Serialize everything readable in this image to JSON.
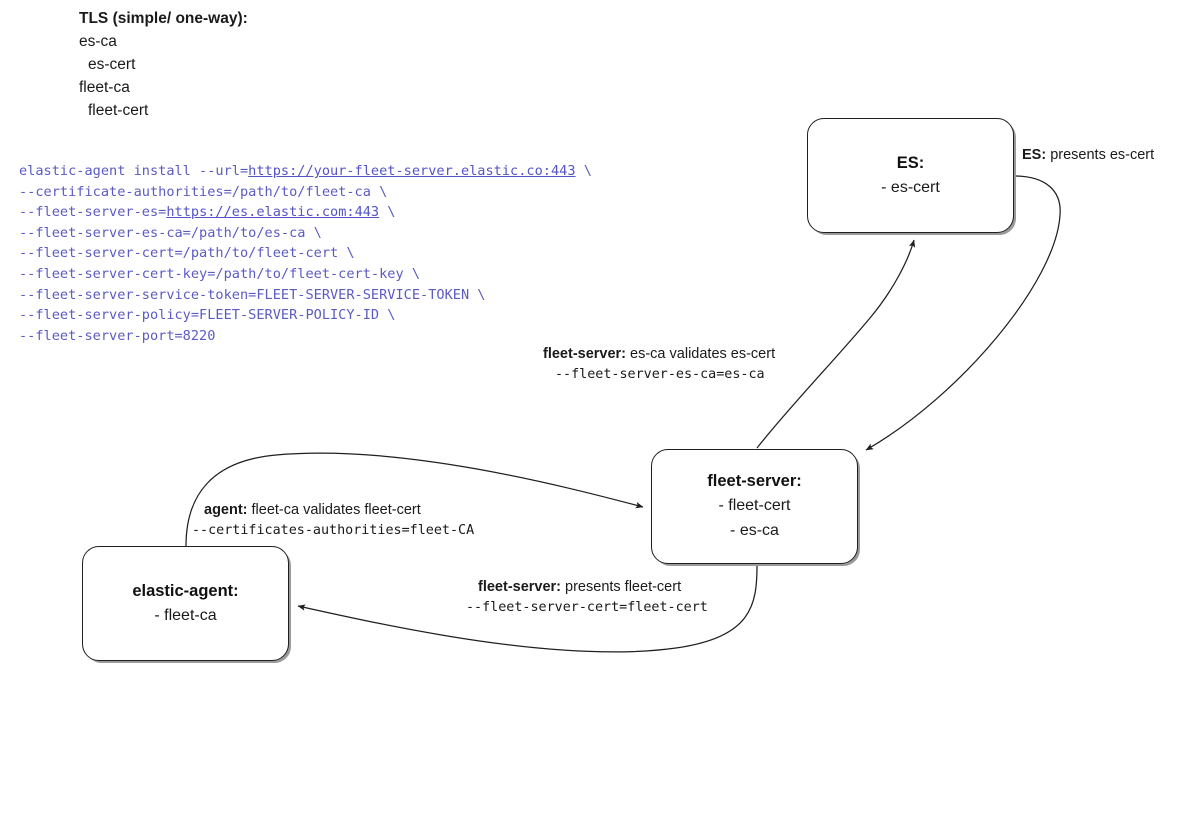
{
  "legend": {
    "title": "TLS (simple/ one-way):",
    "lines": [
      "es-ca",
      "es-cert",
      "fleet-ca",
      "fleet-cert"
    ]
  },
  "command": {
    "lines": [
      {
        "pre": "elastic-agent install --url=",
        "link": "https://your-fleet-server.elastic.co:443",
        "post": " \\"
      },
      {
        "pre": "--certificate-authorities=/path/to/fleet-ca \\",
        "link": "",
        "post": ""
      },
      {
        "pre": "--fleet-server-es=",
        "link": "https://es.elastic.com:443",
        "post": " \\"
      },
      {
        "pre": "--fleet-server-es-ca=/path/to/es-ca \\",
        "link": "",
        "post": ""
      },
      {
        "pre": "--fleet-server-cert=/path/to/fleet-cert \\",
        "link": "",
        "post": ""
      },
      {
        "pre": "--fleet-server-cert-key=/path/to/fleet-cert-key \\",
        "link": "",
        "post": ""
      },
      {
        "pre": "--fleet-server-service-token=FLEET-SERVER-SERVICE-TOKEN \\",
        "link": "",
        "post": ""
      },
      {
        "pre": "--fleet-server-policy=FLEET-SERVER-POLICY-ID \\",
        "link": "",
        "post": ""
      },
      {
        "pre": "--fleet-server-port=8220",
        "link": "",
        "post": ""
      }
    ]
  },
  "nodes": {
    "es": {
      "title": "ES:",
      "lines": [
        "- es-cert"
      ]
    },
    "fleet_server": {
      "title": "fleet-server:",
      "lines": [
        "- fleet-cert",
        "- es-ca"
      ]
    },
    "elastic_agent": {
      "title": "elastic-agent:",
      "lines": [
        "- fleet-ca"
      ]
    }
  },
  "edge_labels": {
    "es_presents": {
      "bold": "ES:",
      "text": " presents es-cert",
      "mono": ""
    },
    "fs_validates": {
      "bold": "fleet-server:",
      "text": " es-ca validates es-cert",
      "mono": "--fleet-server-es-ca=es-ca"
    },
    "agent_validates": {
      "bold": "agent:",
      "text": " fleet-ca validates fleet-cert",
      "mono": "--certificates-authorities=fleet-CA"
    },
    "fs_presents": {
      "bold": "fleet-server:",
      "text": " presents fleet-cert",
      "mono": "--fleet-server-cert=fleet-cert"
    }
  },
  "colors": {
    "link": "#5454c6",
    "command_text": "#5b5bc4",
    "stroke": "#1f1f1f",
    "background": "#ffffff"
  }
}
